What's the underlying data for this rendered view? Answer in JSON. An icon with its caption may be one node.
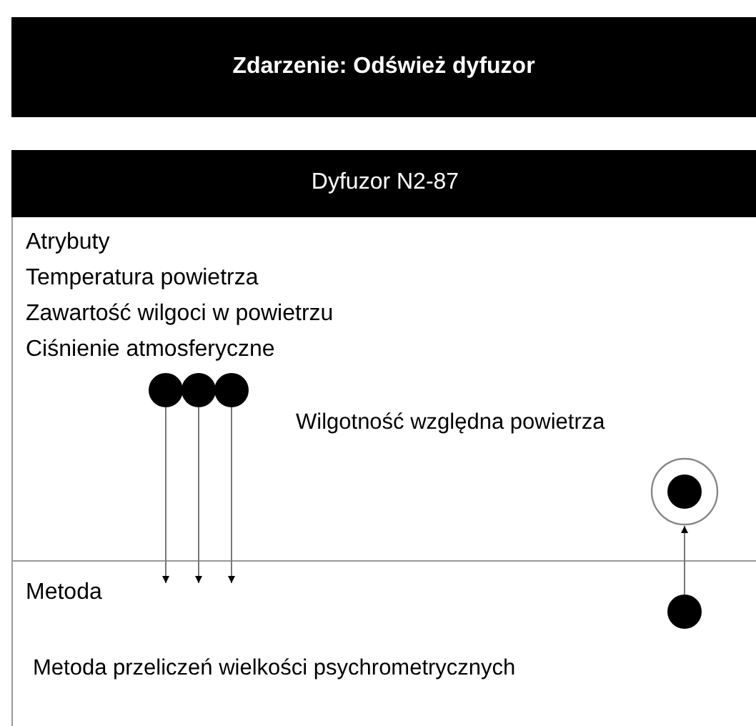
{
  "diagram": {
    "nodes": [
      {
        "text": [
          "Zdarzenie: Odśwież dyfuzor"
        ]
      },
      {
        "text": [
          "Dyfuzor N2-87"
        ]
      },
      {
        "text": [
          "Atrybuty",
          "Temperatura powietrza",
          "Zawartość wilgoci w powietrzu",
          "Ciśnienie atmosferyczne",
          "Wilgotność względna powietrza"
        ],
        "in": 1
      },
      {
        "text": [
          "Metoda",
          "Metoda przeliczeń wielkości psychrometrycznych"
        ],
        "in": 1
      },
      {
        "text": [],
        "shape": "circle",
        "in": 2
      },
      {
        "text": [],
        "shape": "circle",
        "in": 2
      },
      {
        "text": [],
        "shape": "circle",
        "in": 2
      },
      {
        "text": [],
        "shape": "circle",
        "in": 2
      },
      {
        "text": [],
        "shape": "circle",
        "in": 3
      }
    ],
    "edges": [
      {
        "from": 4,
        "to": 3,
        "arrow": "to"
      },
      {
        "from": 5,
        "to": 3,
        "arrow": "to"
      },
      {
        "from": 6,
        "to": 3,
        "arrow": "to"
      },
      {
        "from": 8,
        "to": 7,
        "arrow": "to"
      }
    ]
  }
}
